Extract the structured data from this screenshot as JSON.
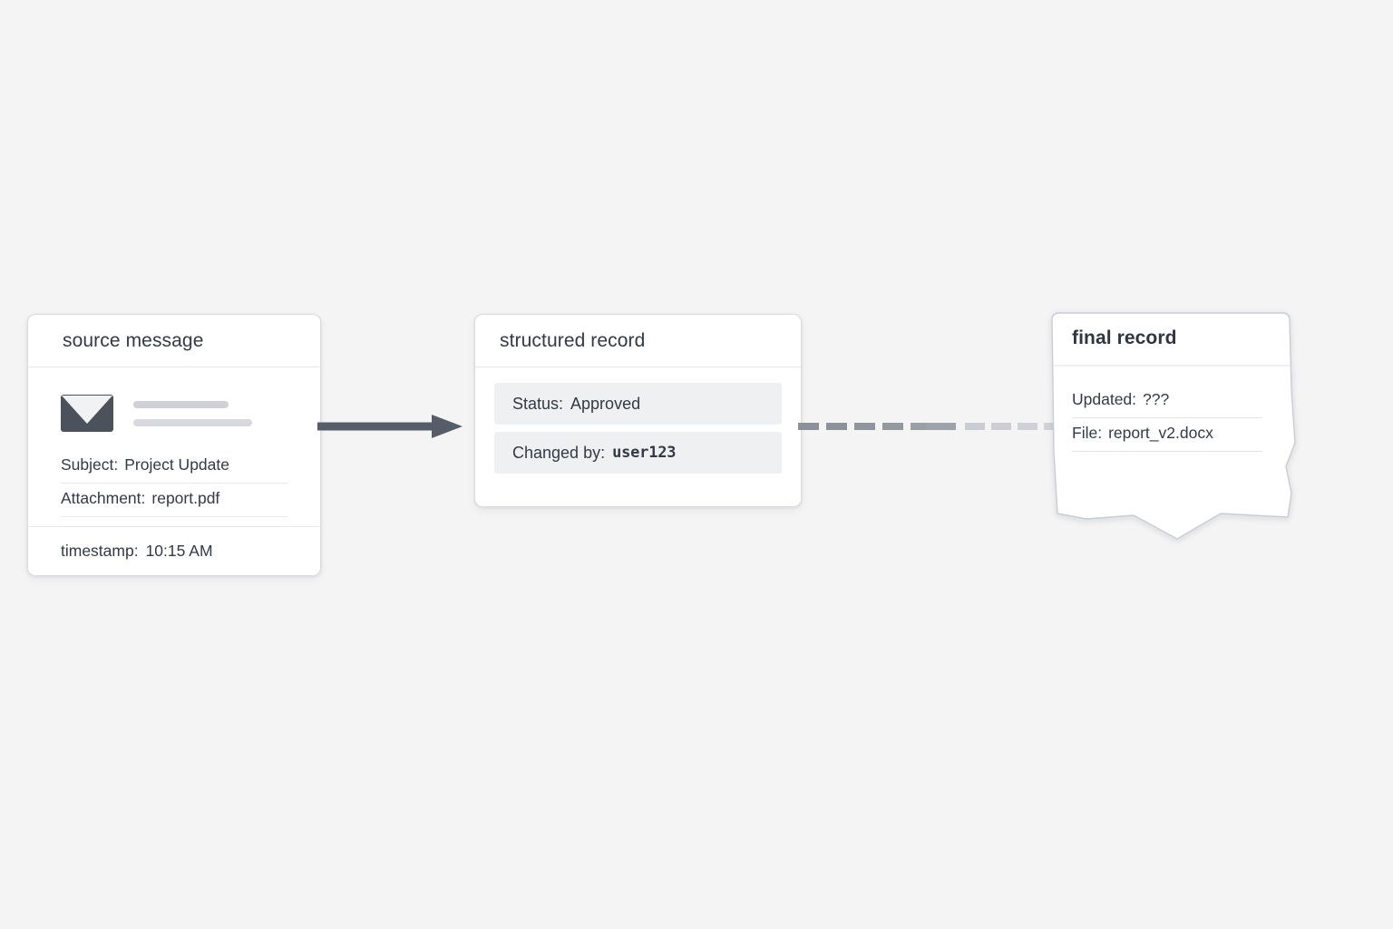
{
  "canvas": {
    "background": "#f4f4f5",
    "accent_dark": "#4c525c",
    "row_background": "#eff0f2",
    "border": "#d9dbde"
  },
  "cards": {
    "source": {
      "title": "source message",
      "icon": "envelope-icon",
      "fields": [
        {
          "key": "Subject:",
          "value": "Project Update"
        },
        {
          "key": "Attachment:",
          "value": "report.pdf"
        }
      ],
      "footer": {
        "key": "timestamp:",
        "value": "10:15 AM"
      }
    },
    "structured": {
      "title": "structured record",
      "rows": [
        {
          "key": "Status:",
          "value": "Approved",
          "mono": false
        },
        {
          "key": "Changed by:",
          "value": "user123",
          "mono": true
        }
      ]
    },
    "final": {
      "title": "final record",
      "fields": [
        {
          "key": "Updated:",
          "value": "???"
        },
        {
          "key": "File:",
          "value": "report_v2.docx"
        }
      ]
    }
  },
  "arrows": [
    {
      "name": "arrow-source-to-structured",
      "style": "solid",
      "color": "#565d68"
    },
    {
      "name": "arrow-structured-to-final",
      "style": "dashed-fading",
      "color": "#8b9099"
    }
  ]
}
